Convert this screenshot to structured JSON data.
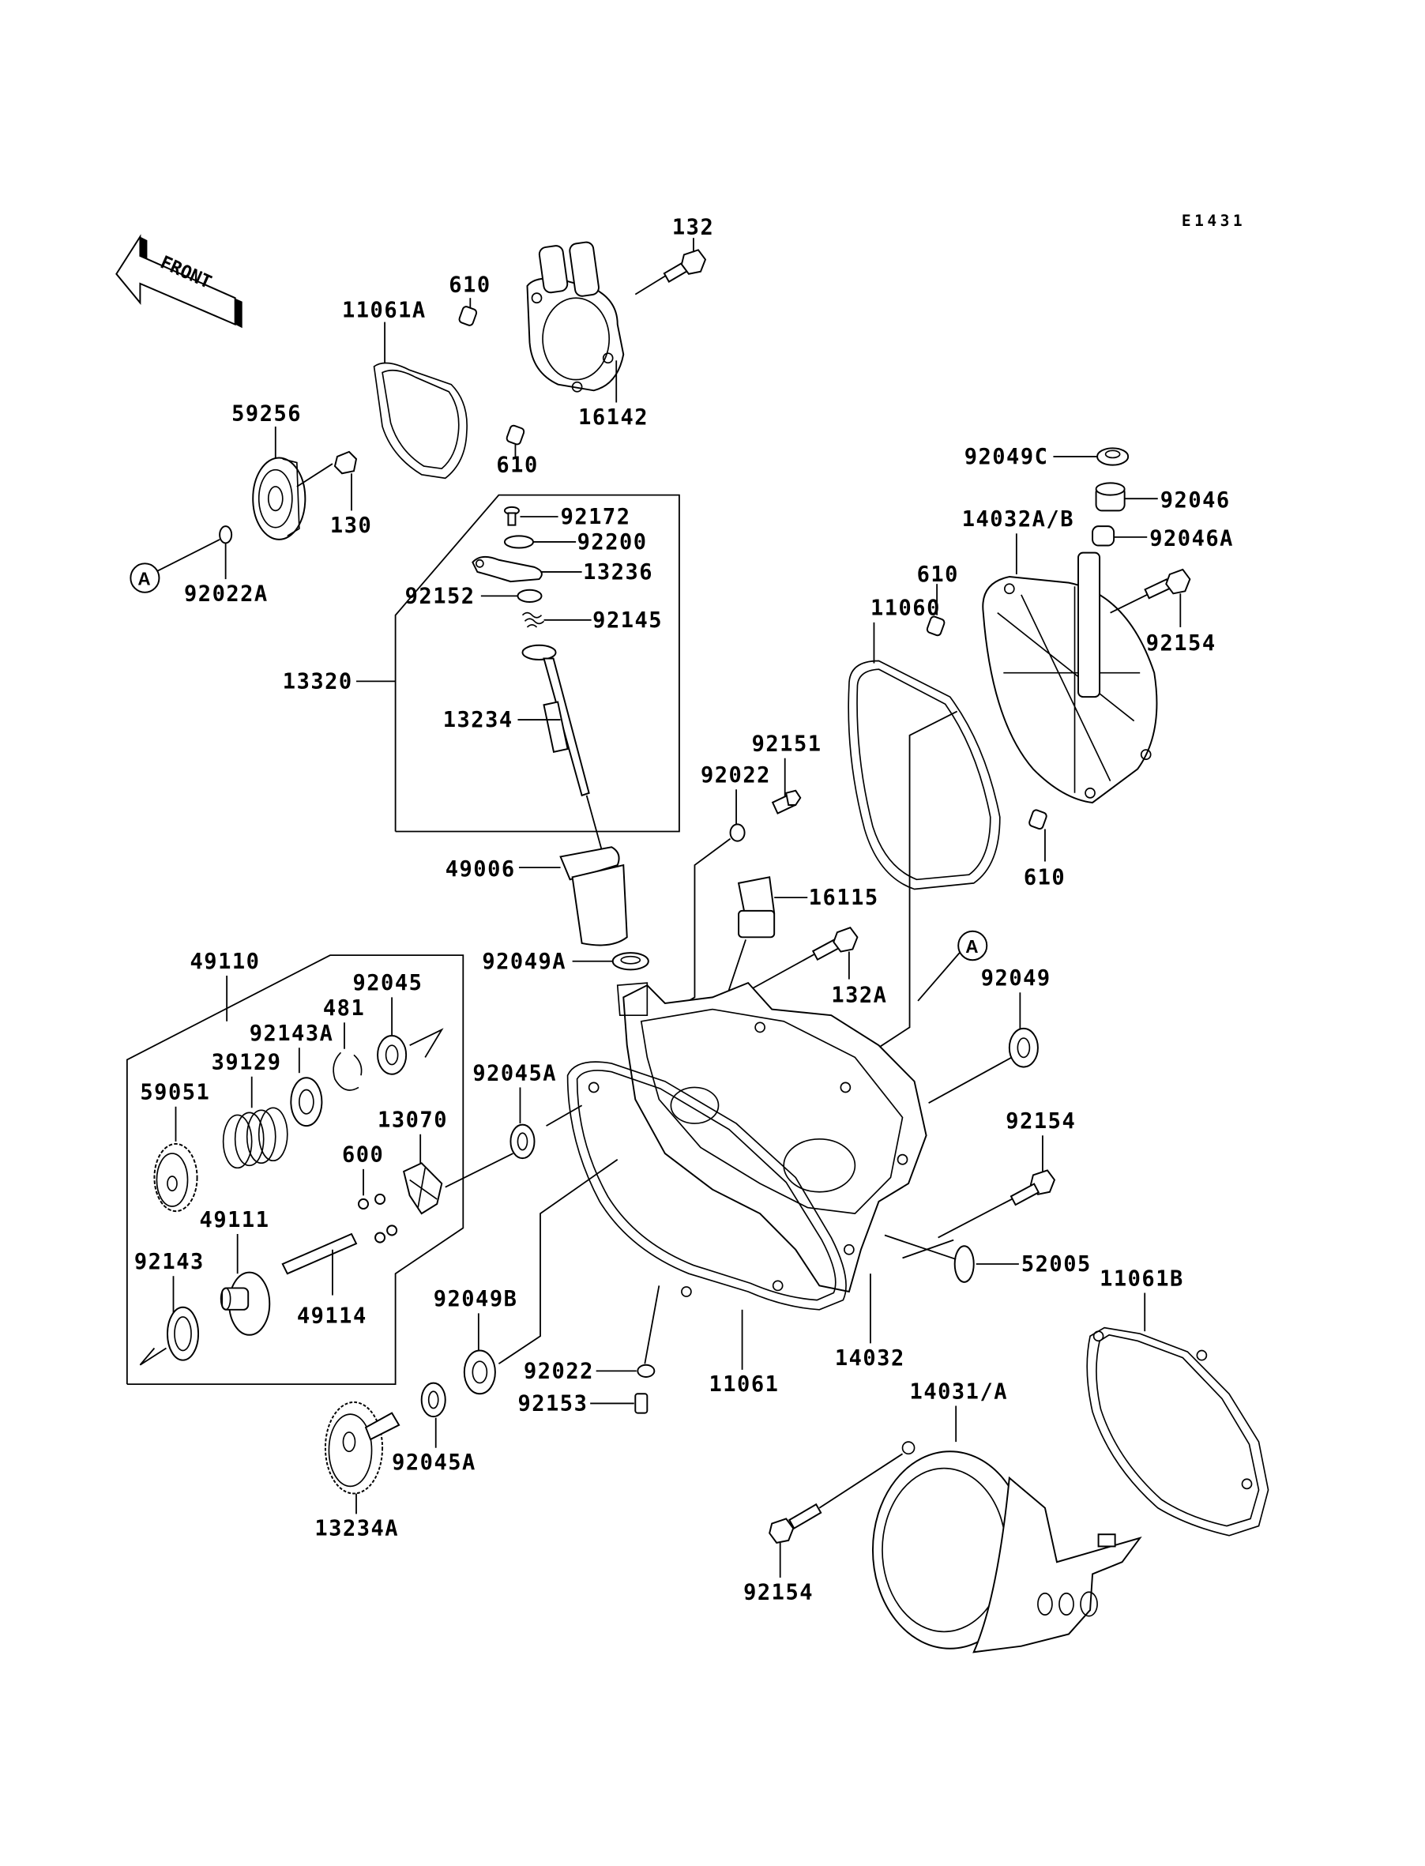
{
  "diagram": {
    "code": "E1431",
    "front_label": "FRONT",
    "ref_marker": "A",
    "parts": {
      "p132": "132",
      "p610_a": "610",
      "p11061A": "11061A",
      "p16142": "16142",
      "p610_b": "610",
      "p59256": "59256",
      "p130": "130",
      "p92022A": "92022A",
      "p92172": "92172",
      "p92200": "92200",
      "p13236": "13236",
      "p92152": "92152",
      "p92145": "92145",
      "p13320": "13320",
      "p13234": "13234",
      "p49006": "49006",
      "p92049C": "92049C",
      "p92046": "92046",
      "p14032AB": "14032A/B",
      "p92046A": "92046A",
      "p610_c": "610",
      "p11060": "11060",
      "p92154_a": "92154",
      "p92151": "92151",
      "p92022_a": "92022",
      "p610_d": "610",
      "p16115": "16115",
      "p132A": "132A",
      "p92049A": "92049A",
      "p92049": "92049",
      "p49110": "49110",
      "p92045": "92045",
      "p481": "481",
      "p92143A": "92143A",
      "p39129": "39129",
      "p59051": "59051",
      "p92045A_a": "92045A",
      "p13070": "13070",
      "p600": "600",
      "p49111": "49111",
      "p92143": "92143",
      "p49114": "49114",
      "p92154_b": "92154",
      "p52005": "52005",
      "p11061B": "11061B",
      "p92049B": "92049B",
      "p92022_b": "92022",
      "p11061": "11061",
      "p14032": "14032",
      "p92153": "92153",
      "p14031A": "14031/A",
      "p92045A_b": "92045A",
      "p13234A": "13234A",
      "p92154_c": "92154"
    }
  }
}
